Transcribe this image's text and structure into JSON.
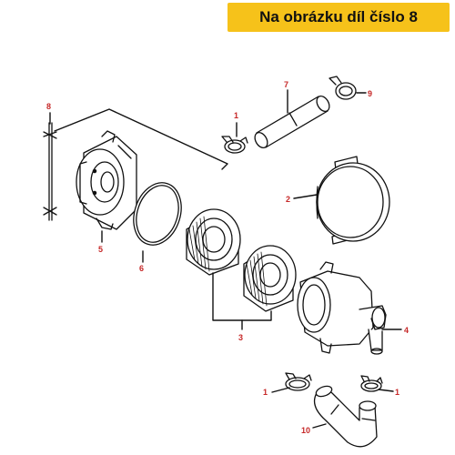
{
  "banner": {
    "text": "Na obrázku díl číslo 8",
    "color": "#f6c21a"
  },
  "callouts": {
    "c1a": "1",
    "c1b": "1",
    "c1c": "1",
    "c2": "2",
    "c3": "3",
    "c4": "4",
    "c5": "5",
    "c6": "6",
    "c7": "7",
    "c8": "8",
    "c9": "9",
    "c10": "10"
  },
  "colors": {
    "callout": "#c62828",
    "line": "#111111"
  }
}
